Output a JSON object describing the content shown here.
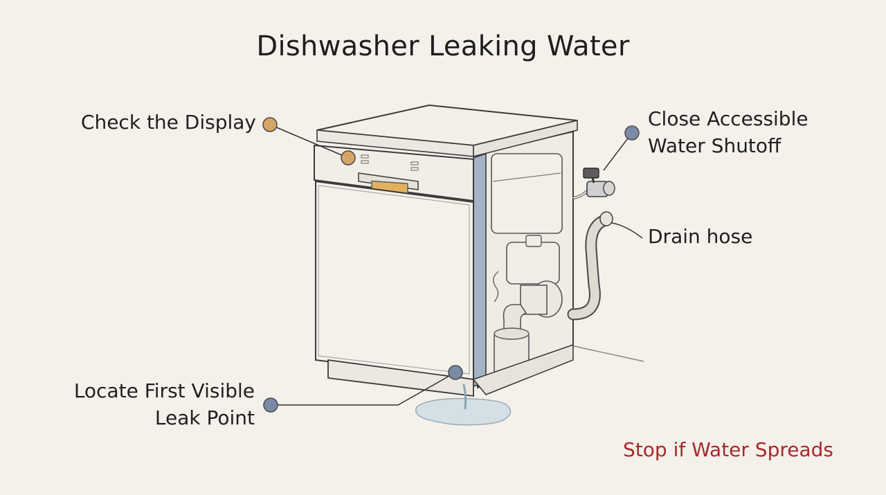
{
  "title": "Dishwasher Leaking Water",
  "callouts": {
    "check_display": "Check the Display",
    "water_shutoff_line1": "Close Accessible",
    "water_shutoff_line2": "Water Shutoff",
    "drain_hose": "Drain hose",
    "leak_point_line1": "Locate First Visible",
    "leak_point_line2": "Leak Point"
  },
  "warning": "Stop if Water Spreads",
  "colors": {
    "background": "#f4f1ea",
    "marker_orange": "#d3a566",
    "marker_blue": "#7b8aa6",
    "warning_red": "#a8282c",
    "outline": "#3a3a3a"
  }
}
